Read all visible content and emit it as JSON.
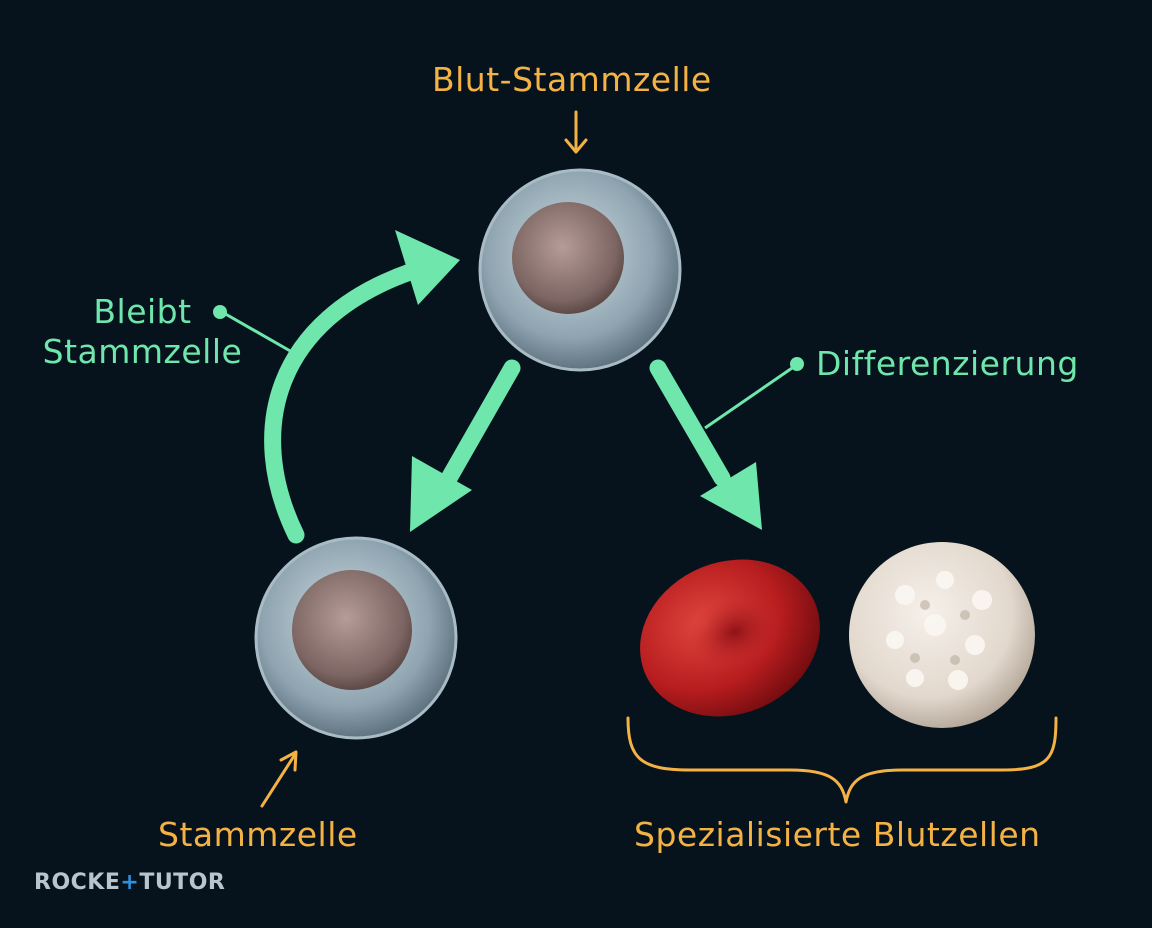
{
  "labels": {
    "top_cell": "Blut-Stammzelle",
    "self_renewal": "Bleibt Stammzelle",
    "differentiation": "Differenzierung",
    "bottom_cell": "Stammzelle",
    "specialized": "Spezialisierte Blutzellen"
  },
  "logo": {
    "part1": "ROCKE",
    "part2": "TUTOR",
    "plus": "+"
  },
  "colors": {
    "background": "#07131c",
    "arrow_green": "#6ee6ac",
    "label_orange": "#f4b245",
    "red_blood_cell": "#b81d1f",
    "white_blood_cell": "#ece4dc"
  },
  "icons": {
    "stem_cell": "stem-cell-icon",
    "red_blood_cell": "red-blood-cell-icon",
    "white_blood_cell": "white-blood-cell-icon"
  }
}
